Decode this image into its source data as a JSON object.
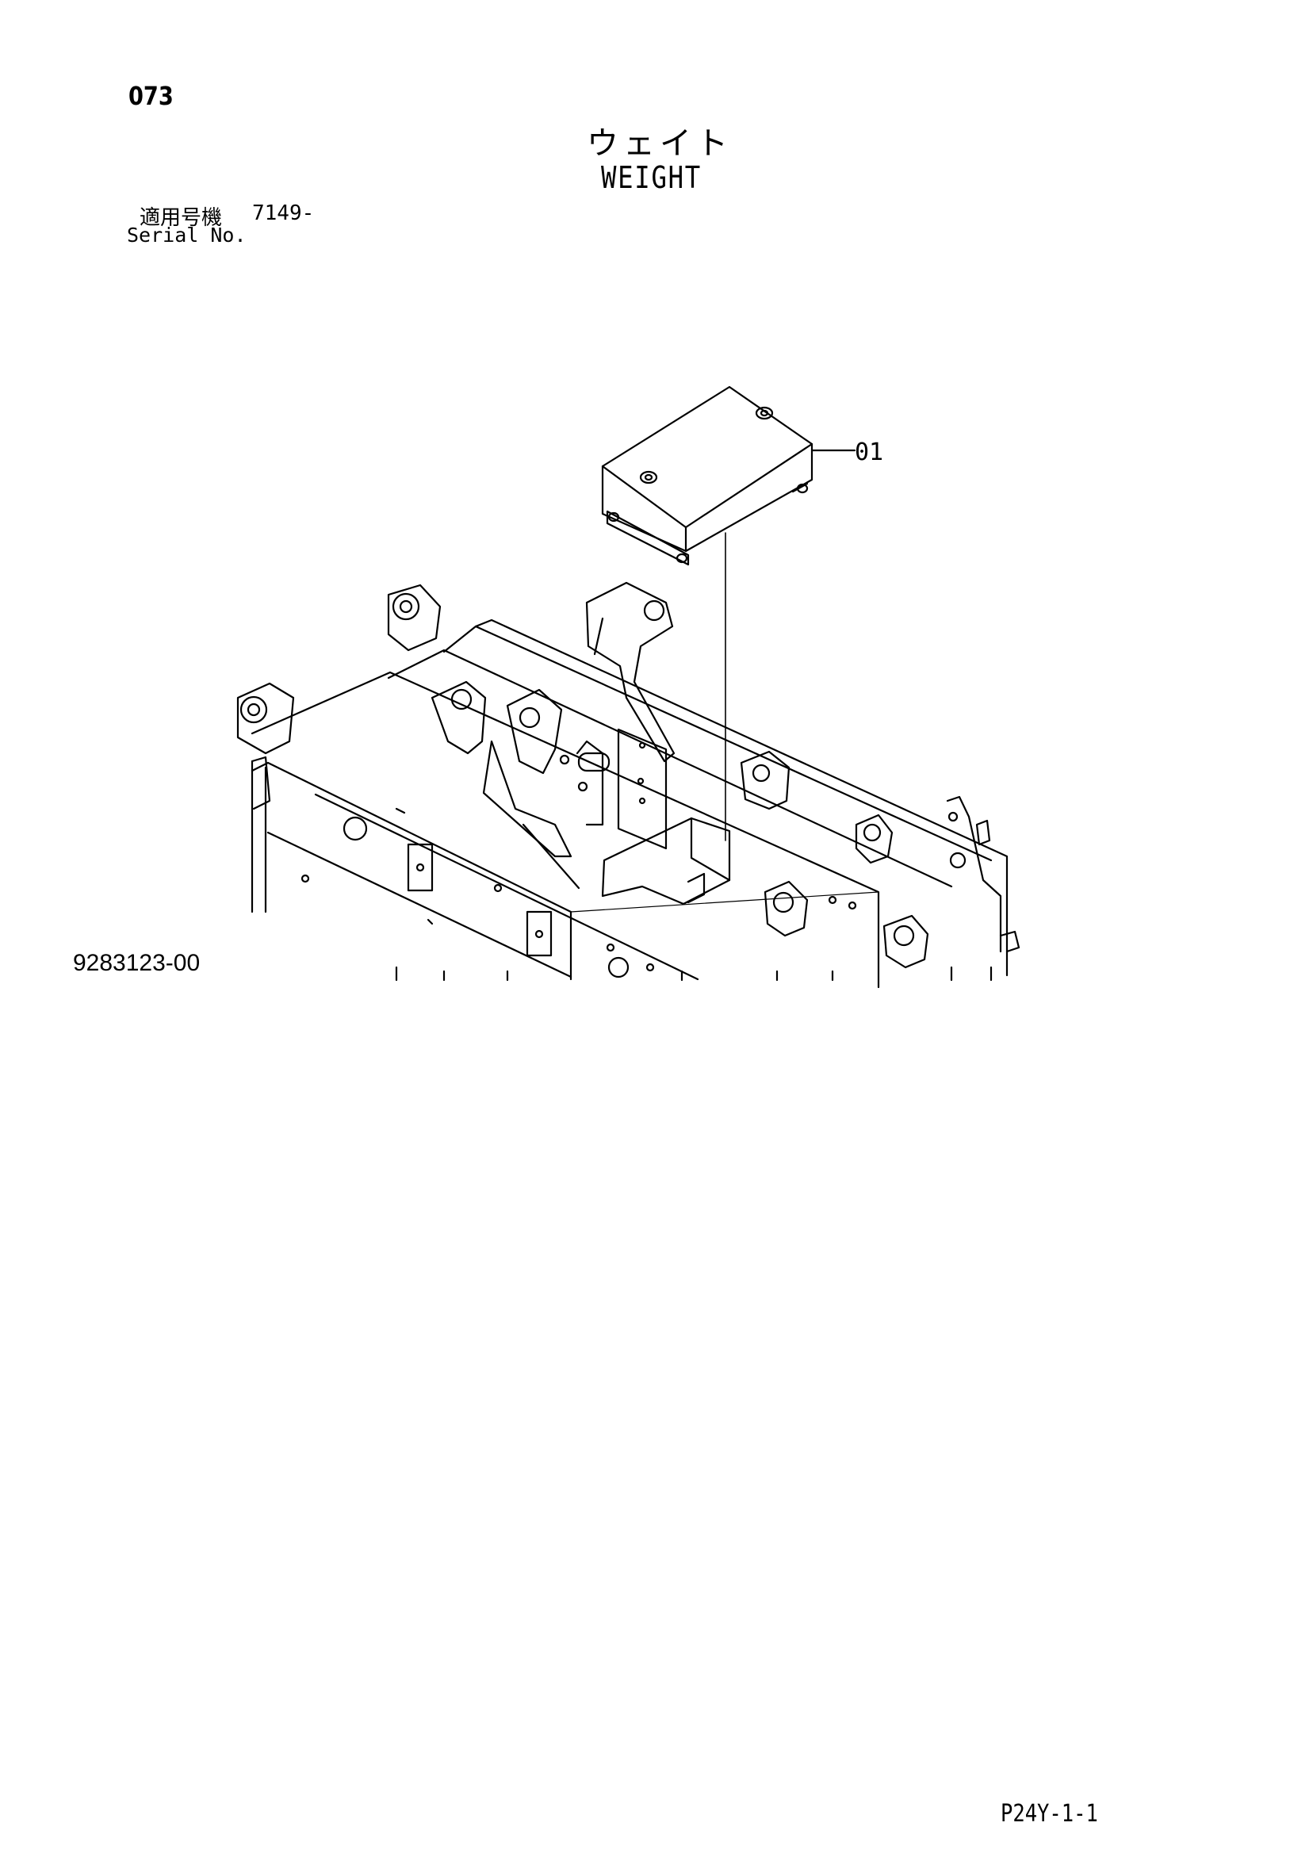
{
  "header": {
    "page_number": "073",
    "title_jp": "ウェイト",
    "title_en": "WEIGHT",
    "serial_label_jp": "適用号機",
    "serial_value": "7149-",
    "serial_label_en": "Serial No."
  },
  "illustration": {
    "callouts": [
      {
        "label": "01"
      }
    ]
  },
  "footer": {
    "drawing_number": "9283123-00",
    "page_code": "P24Y-1-1"
  }
}
